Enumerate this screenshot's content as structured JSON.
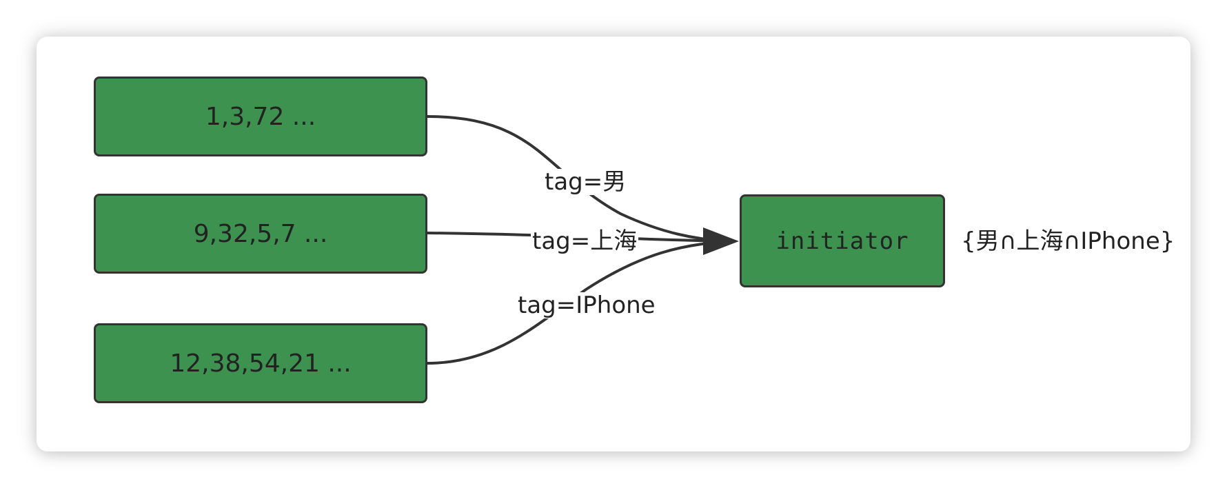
{
  "nodes": {
    "set1": "1,3,72 ...",
    "set2": "9,32,5,7 ...",
    "set3": "12,38,54,21 ...",
    "initiator": "initiator"
  },
  "edges": {
    "edge1": "tag=男",
    "edge2": "tag=上海",
    "edge3": "tag=IPhone"
  },
  "result": "{男∩上海∩IPhone}",
  "colors": {
    "node_fill": "#3d924f",
    "node_border": "#333333",
    "edge": "#333333"
  }
}
